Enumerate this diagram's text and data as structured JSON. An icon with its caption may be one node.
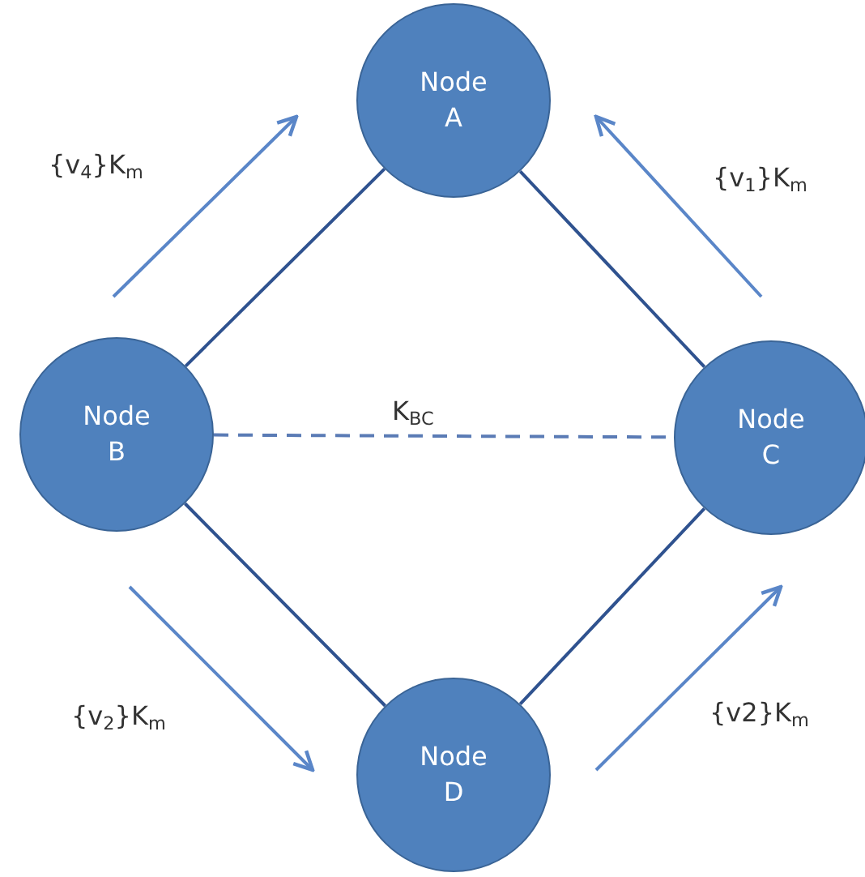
{
  "diagram": {
    "nodes": [
      {
        "text": [
          "Node A"
        ]
      },
      {
        "text": [
          "Node B"
        ]
      },
      {
        "text": [
          "Node C"
        ]
      },
      {
        "text": [
          "Node D"
        ]
      }
    ],
    "edges": [
      {
        "from": 1,
        "to": 0,
        "arrow": "none"
      },
      {
        "from": 2,
        "to": 0,
        "arrow": "none"
      },
      {
        "from": 1,
        "to": 2,
        "arrow": "none",
        "label": "K$_{BC}$",
        "style": "dashed",
        "color": "#5a7bb5"
      },
      {
        "from": 1,
        "to": 3,
        "arrow": "none"
      },
      {
        "from": 3,
        "to": 2,
        "arrow": "none"
      }
    ],
    "labels": [
      "{v$_{4}$}K$_{m}$",
      "{v$_{1}$}K$_{m}$",
      "{v$_{2}$}K$_{m}$",
      "{v2}K$_{m}$"
    ]
  }
}
